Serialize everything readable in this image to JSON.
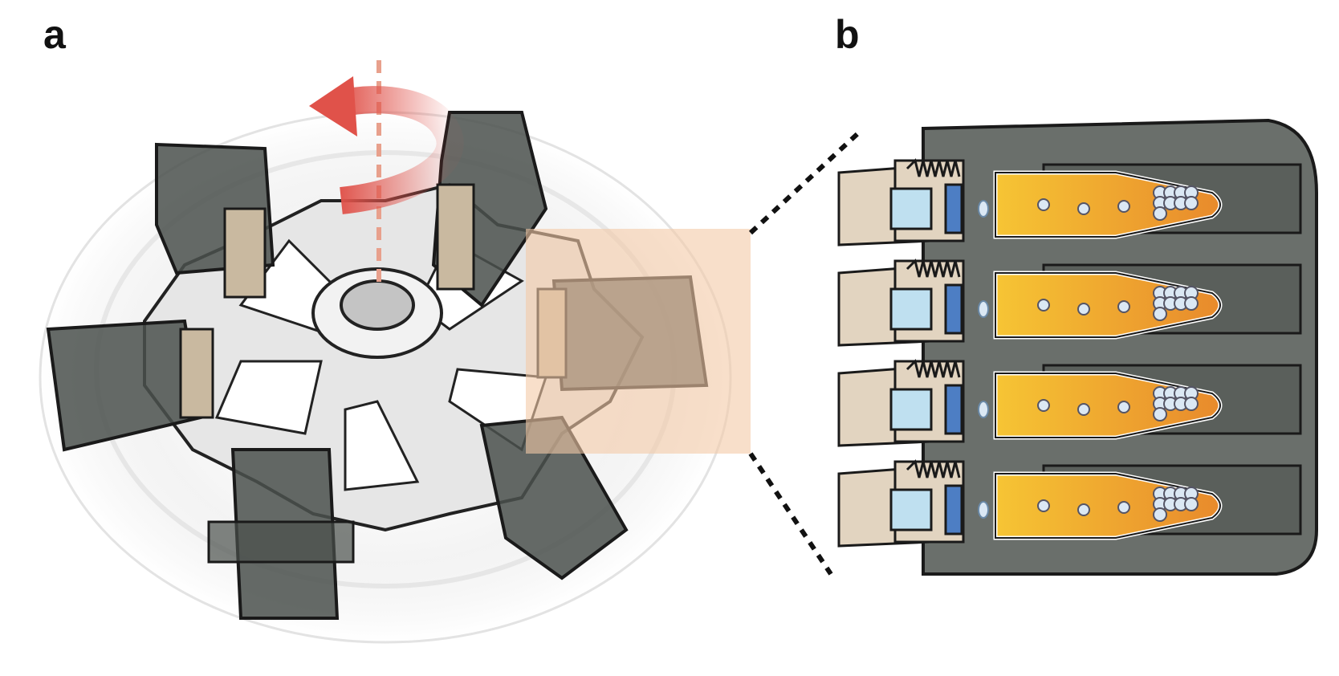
{
  "panels": {
    "a": {
      "label": "a"
    },
    "b": {
      "label": "b"
    }
  },
  "colors": {
    "rotation_arrow": "#e0524a",
    "rotation_axis": "#e8a08c",
    "zoom_highlight": "#f4c9a6",
    "holder_dark": "#4a504c",
    "holder_body": "#6a6f6b",
    "rotor_fill": "#e6e6e6",
    "tube_liquid_light": "#f6c534",
    "tube_liquid_dark": "#e88a2c",
    "bead": "#dbe8f4",
    "cap_body": "#e2d4c0",
    "cap_window": "#bfe0f0",
    "cap_plunger": "#4d7ec4"
  },
  "icons": {
    "rotation": "curved-arrow-icon",
    "axis": "dashed-axis-icon"
  },
  "tube_count": 4
}
